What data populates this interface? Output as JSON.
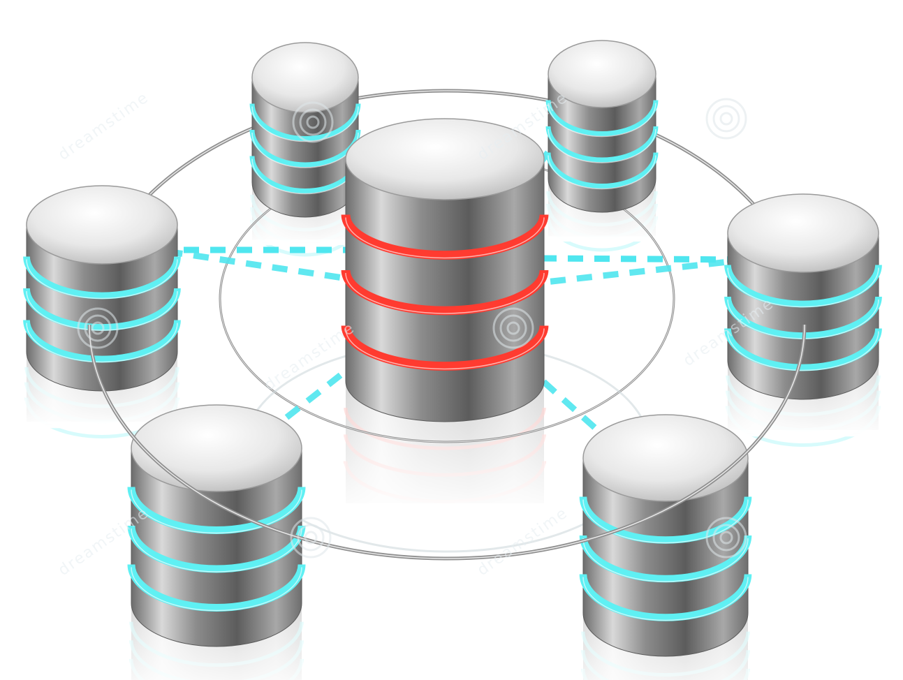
{
  "scene": {
    "subject": "database-network",
    "colors": {
      "background": "#ffffff",
      "metal_light": "#f4f4f4",
      "metal_mid": "#b9b9b9",
      "metal_dark": "#6f6f6f",
      "cyan_band": "#5ff0f3",
      "red_band": "#ff3b30",
      "dash": "#4fe6ef",
      "wire": "#8f8f8f"
    },
    "servers": [
      {
        "role": "central",
        "band_color": "red"
      },
      {
        "role": "peer",
        "band_color": "cyan"
      },
      {
        "role": "peer",
        "band_color": "cyan"
      },
      {
        "role": "peer",
        "band_color": "cyan"
      },
      {
        "role": "peer",
        "band_color": "cyan"
      },
      {
        "role": "peer",
        "band_color": "cyan"
      },
      {
        "role": "peer",
        "band_color": "cyan"
      }
    ],
    "watermark": {
      "text": "dreamstime",
      "logo": "spiral-logo"
    }
  }
}
